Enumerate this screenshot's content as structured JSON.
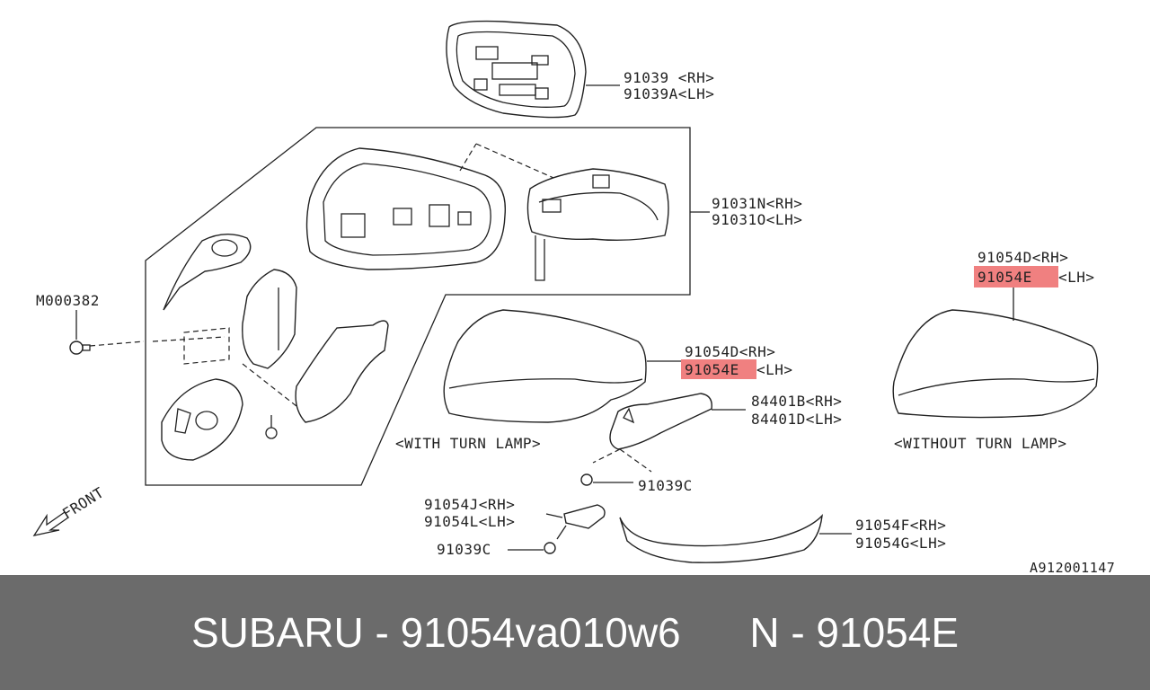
{
  "diagram": {
    "labels": {
      "mirror_glass_rh": "91039 <RH>",
      "mirror_glass_lh": "91039A<LH>",
      "mirror_assy_rh": "91031N<RH>",
      "mirror_assy_lh": "91031O<LH>",
      "fastener": "M000382",
      "cover_top_rh": "91054D<RH>",
      "cover_top_lh": "91054E",
      "cover_top_lh_suffix": "<LH>",
      "cover_mid_rh": "91054D<RH>",
      "cover_mid_lh": "91054E",
      "cover_mid_lh_suffix": "<LH>",
      "turn_lamp_rh": "84401B<RH>",
      "turn_lamp_lh": "84401D<LH>",
      "with_turn_lamp": "<WITH TURN LAMP>",
      "without_turn_lamp": "<WITHOUT TURN LAMP>",
      "screw_c_1": "91039C",
      "bracket_rh": "91054J<RH>",
      "bracket_lh": "91054L<LH>",
      "screw_c_2": "91039C",
      "garnish_rh": "91054F<RH>",
      "garnish_lh": "91054G<LH>",
      "front": "FRONT",
      "diagram_id": "A912001147"
    },
    "highlight_color": "#f08080"
  },
  "footer": {
    "left": "SUBARU - 91054va010w6",
    "right": "N - 91054E"
  }
}
